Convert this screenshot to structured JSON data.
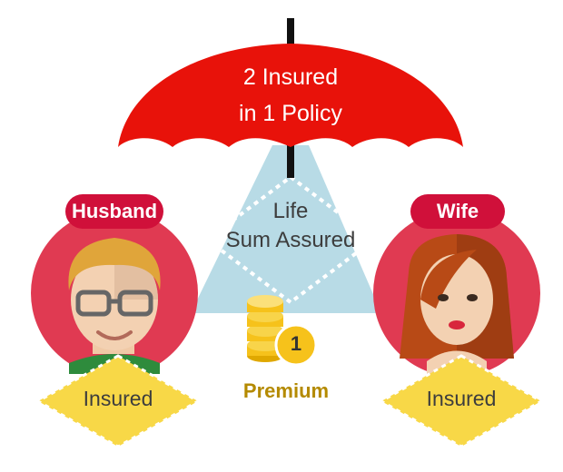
{
  "umbrella": {
    "line1": "2 Insured",
    "line2": "in 1 Policy",
    "color": "#e8120a"
  },
  "coverage": {
    "line1": "Life",
    "line2": "Sum Assured",
    "beam_color": "#b8dbe6"
  },
  "husband": {
    "label": "Husband",
    "status": "Insured",
    "circle_color": "#e03a52",
    "badge_color": "#d0103a"
  },
  "wife": {
    "label": "Wife",
    "status": "Insured",
    "circle_color": "#e03a52",
    "badge_color": "#d0103a"
  },
  "premium": {
    "count": "1",
    "label": "Premium",
    "coin_color": "#f6c21b"
  },
  "insured_tag_color": "#f8d847"
}
